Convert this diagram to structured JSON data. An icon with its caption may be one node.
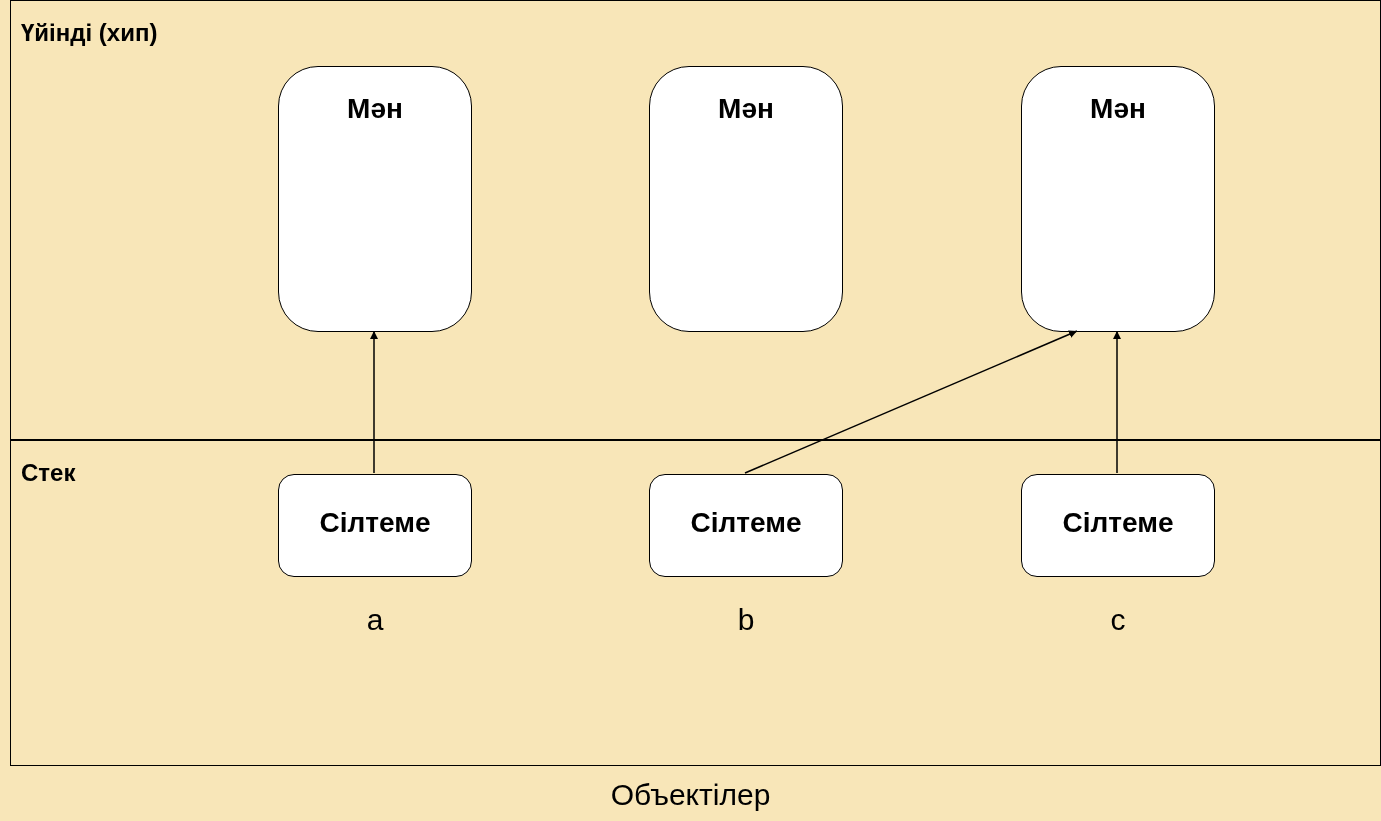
{
  "diagram": {
    "caption": "Объектілер",
    "nodes": [
      {
        "text": [
          "Үйінді (хип)"
        ]
      },
      {
        "text": [
          "Мән"
        ],
        "in": 0
      },
      {
        "text": [
          "Мән"
        ],
        "in": 0
      },
      {
        "text": [
          "Мән"
        ],
        "in": 0
      },
      {
        "text": [
          "Стек"
        ]
      },
      {
        "text": [
          "Сілтеме"
        ],
        "in": 4,
        "beside": [
          "a"
        ]
      },
      {
        "text": [
          "Сілтеме"
        ],
        "in": 4,
        "beside": [
          "b"
        ]
      },
      {
        "text": [
          "Сілтеме"
        ],
        "in": 4,
        "beside": [
          "c"
        ]
      }
    ],
    "edges": [
      {
        "from": 5,
        "to": 1,
        "arrow": "to"
      },
      {
        "from": 6,
        "to": 3,
        "arrow": "to"
      },
      {
        "from": 7,
        "to": 3,
        "arrow": "to"
      }
    ]
  }
}
